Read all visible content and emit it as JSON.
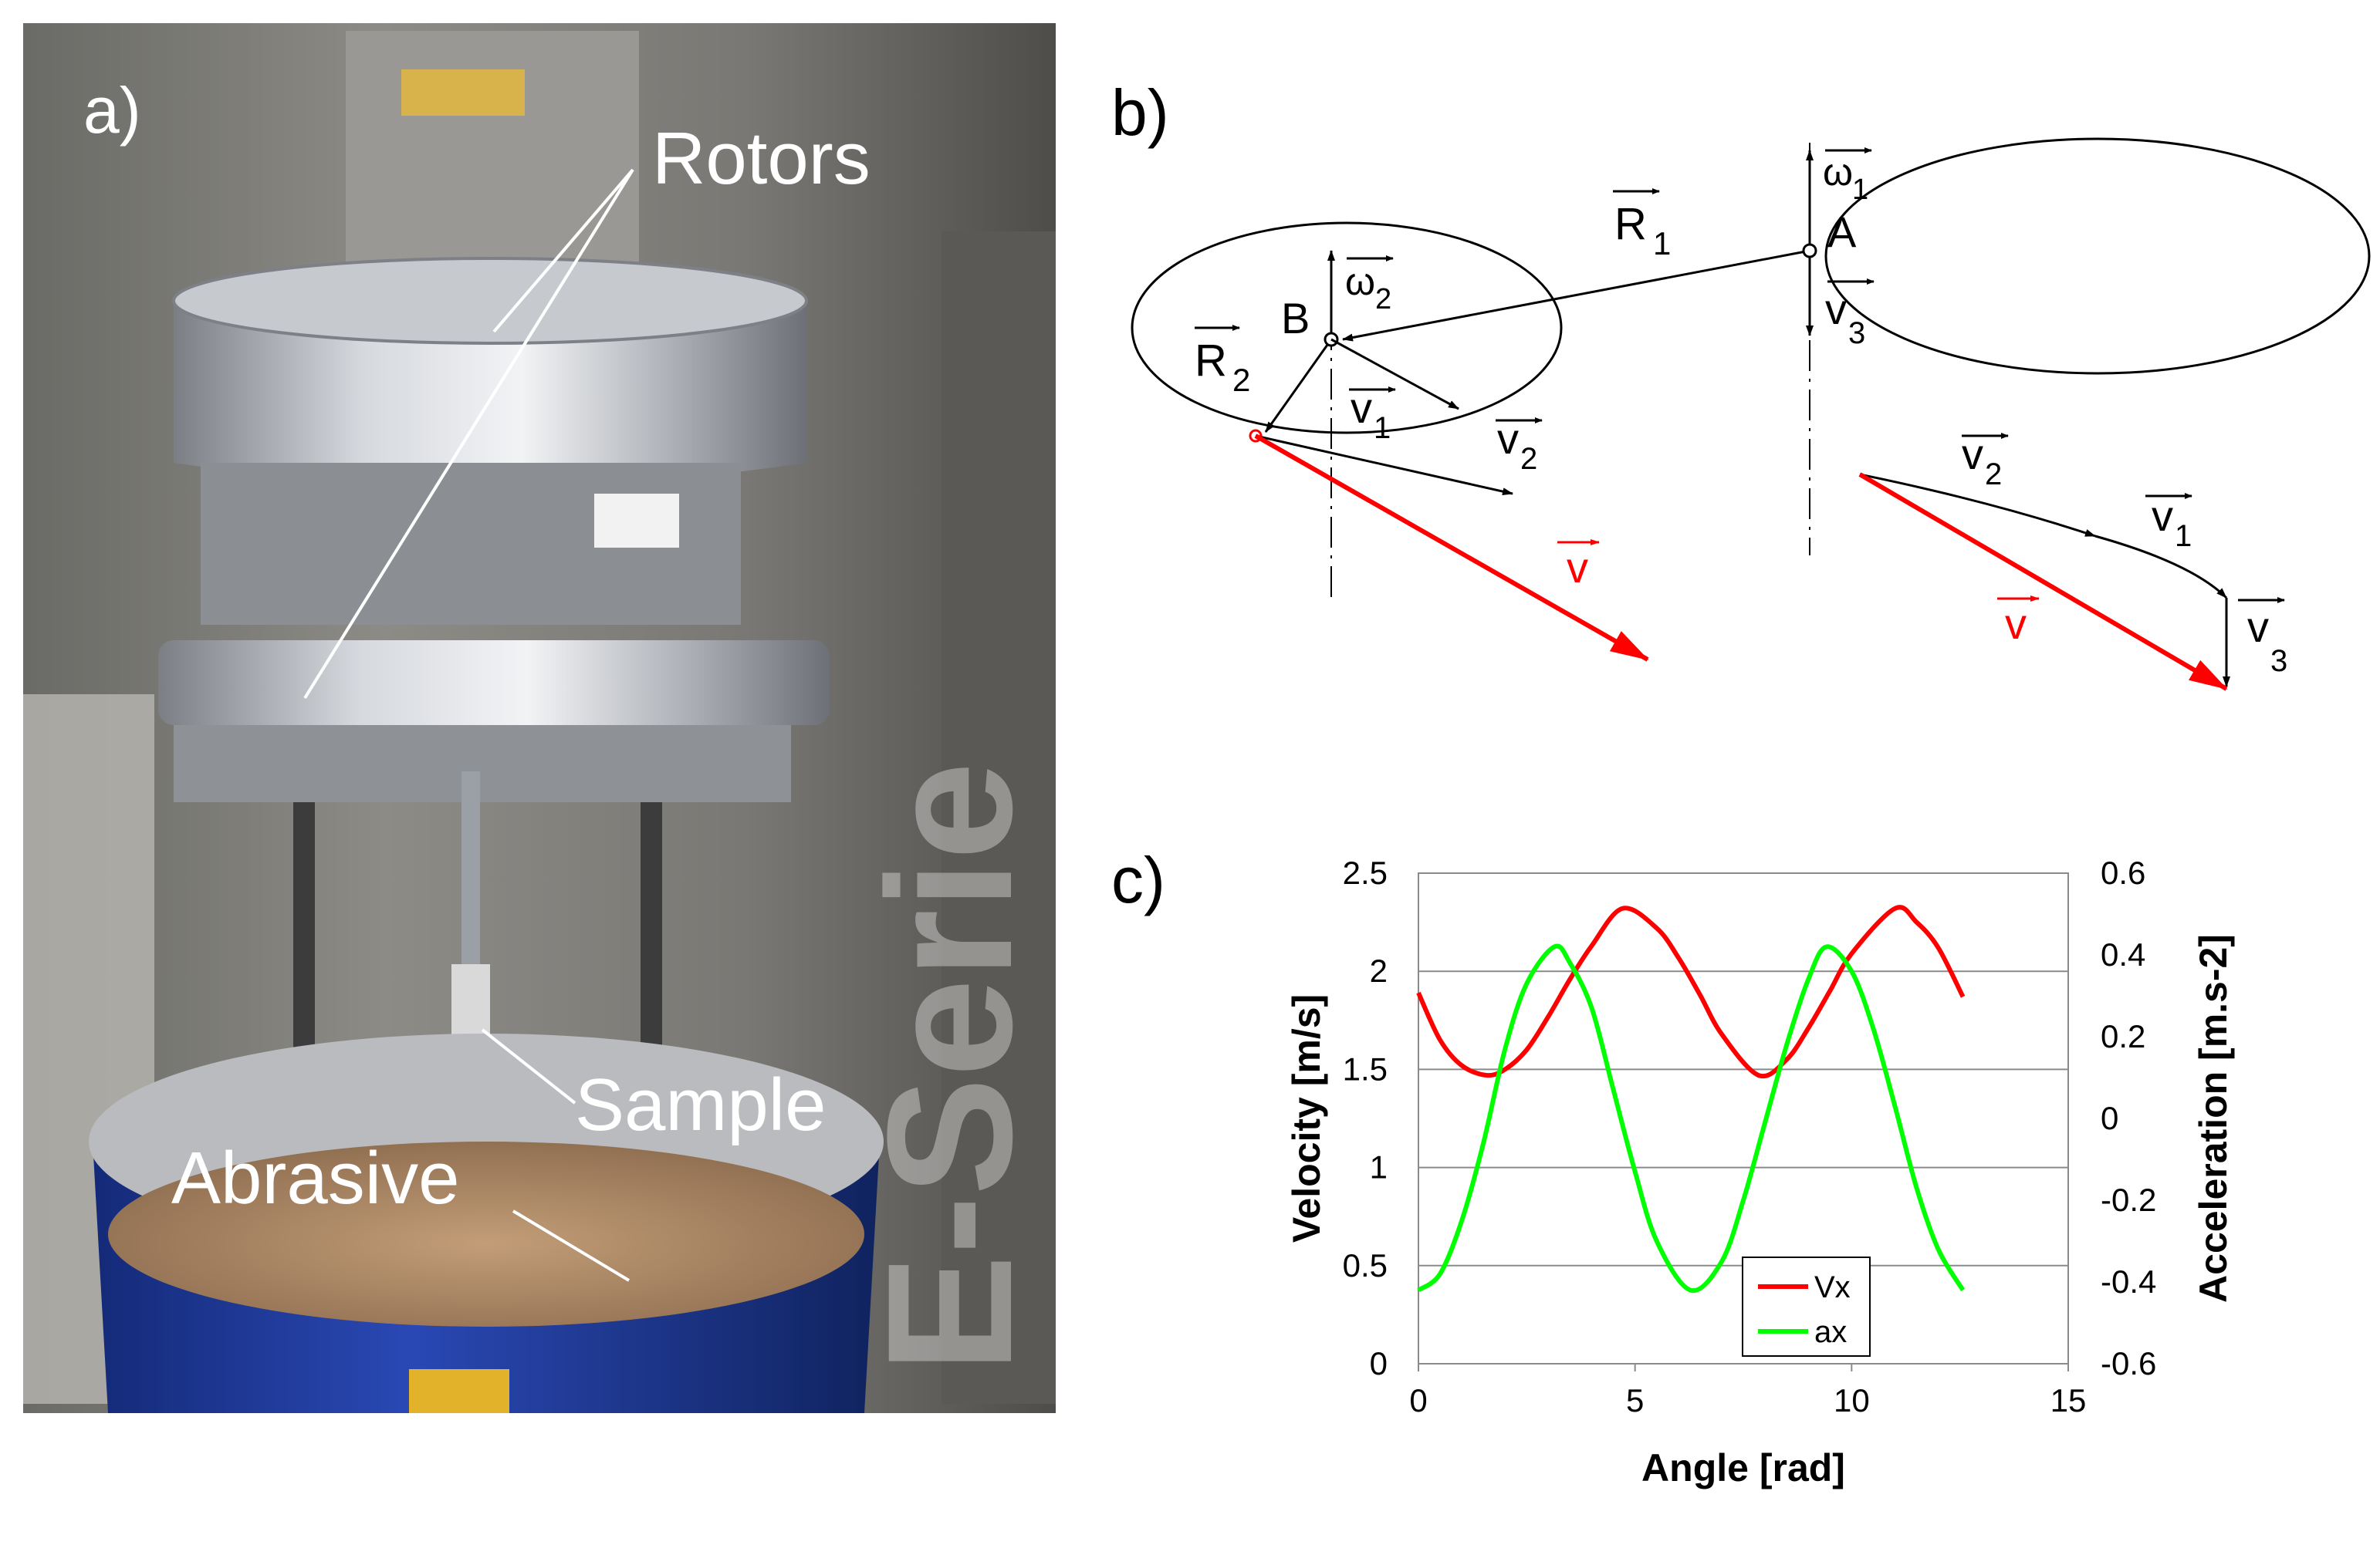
{
  "panel_a": {
    "label": "a)",
    "rotors_label": "Rotors",
    "sample_label": "Sample",
    "abrasive_label": "Abrasive",
    "watermark": "E-Serie",
    "colors": {
      "barrel": "#1f3a9c",
      "abrasive": "#b08e6a",
      "metal": "#b8bcc2"
    }
  },
  "panel_b": {
    "label": "b)",
    "point_a": "A",
    "point_b": "B",
    "r1": {
      "base": "R",
      "sub": "1"
    },
    "r2": {
      "base": "R",
      "sub": "2"
    },
    "omega1": {
      "base": "ω",
      "sub": "1"
    },
    "omega2": {
      "base": "ω",
      "sub": "2"
    },
    "v1": {
      "base": "v",
      "sub": "1"
    },
    "v2": {
      "base": "v",
      "sub": "2"
    },
    "v3": {
      "base": "v",
      "sub": "3"
    },
    "v": "v",
    "colors": {
      "resultant": "#ff0000",
      "line": "#000000"
    }
  },
  "panel_c": {
    "label": "c)"
  },
  "chart_data": {
    "type": "line",
    "title": "",
    "xlabel": "Angle [rad]",
    "ylabel": "Velocity [m/s]",
    "y2label": "Acceleration [m.s-2]",
    "xlim": [
      0,
      15
    ],
    "ylim": [
      0,
      2.5
    ],
    "y2lim": [
      -0.6,
      0.6
    ],
    "xticks": [
      "0",
      "5",
      "10",
      "15"
    ],
    "yticks": [
      "0",
      "0.5",
      "1",
      "1.5",
      "2",
      "2.5"
    ],
    "y2ticks": [
      "-0.6",
      "-0.4",
      "-0.2",
      "0",
      "0.2",
      "0.4",
      "0.6"
    ],
    "grid": true,
    "legend_position": "bottom-center",
    "series": [
      {
        "name": "Vx",
        "axis": "left",
        "color": "#ff0000",
        "x": [
          0,
          0.5,
          1,
          1.57,
          2,
          2.5,
          3,
          3.5,
          4,
          4.71,
          5.5,
          6,
          6.5,
          7,
          7.85,
          8.5,
          9,
          9.5,
          10,
          11,
          11.5,
          12,
          12.57
        ],
        "y": [
          1.89,
          1.65,
          1.52,
          1.47,
          1.5,
          1.6,
          1.77,
          1.96,
          2.13,
          2.32,
          2.22,
          2.07,
          1.88,
          1.68,
          1.47,
          1.55,
          1.71,
          1.9,
          2.09,
          2.32,
          2.25,
          2.12,
          1.87
        ]
      },
      {
        "name": "ax",
        "axis": "right",
        "color": "#00ff00",
        "x": [
          0,
          0.5,
          1,
          1.5,
          2,
          2.5,
          3.14,
          3.5,
          4,
          4.5,
          5,
          5.5,
          6.28,
          7,
          7.5,
          8,
          8.5,
          9,
          9.42,
          10,
          10.5,
          11,
          11.5,
          12,
          12.57
        ],
        "y": [
          -0.42,
          -0.38,
          -0.25,
          -0.06,
          0.17,
          0.33,
          0.42,
          0.38,
          0.27,
          0.07,
          -0.13,
          -0.3,
          -0.42,
          -0.35,
          -0.2,
          -0.01,
          0.18,
          0.34,
          0.42,
          0.36,
          0.22,
          0.03,
          -0.17,
          -0.32,
          -0.42
        ]
      }
    ]
  }
}
